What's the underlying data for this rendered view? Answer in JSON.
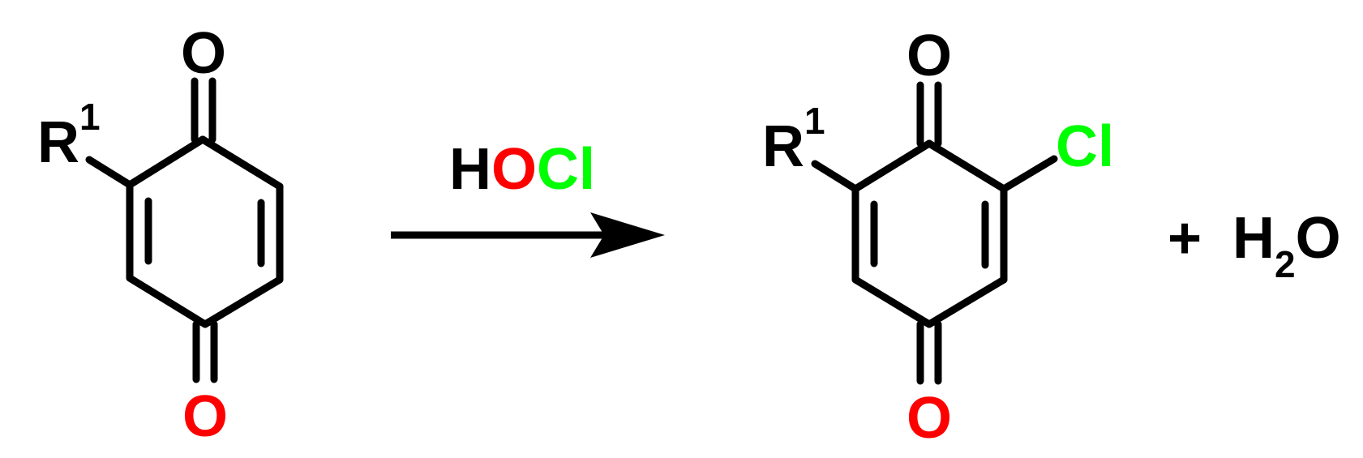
{
  "colors": {
    "bond": "#000000",
    "carbon_label": "#000000",
    "oxygen_red": "#ff0000",
    "chlorine_green": "#00ff00"
  },
  "reactant": {
    "top_oxygen": "O",
    "bottom_oxygen": "O",
    "substituent_label": "R",
    "substituent_index": "1"
  },
  "reagent": {
    "h": "H",
    "o": "O",
    "cl": "Cl"
  },
  "product": {
    "top_oxygen": "O",
    "bottom_oxygen": "O",
    "substituent_label": "R",
    "substituent_index": "1",
    "chlorine": "Cl"
  },
  "byproduct": {
    "plus": "+",
    "h": "H",
    "subscript": "2",
    "o": "O"
  }
}
